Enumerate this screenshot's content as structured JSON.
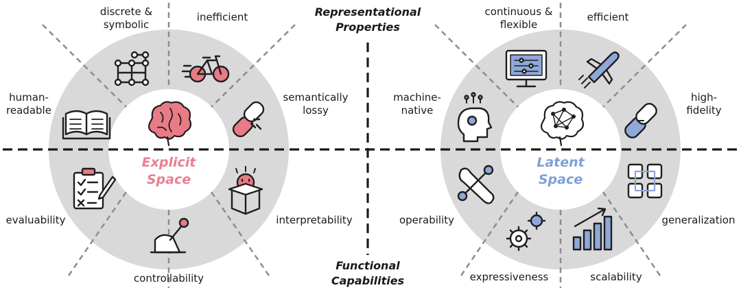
{
  "header_top": [
    "Representational",
    "Properties"
  ],
  "header_bottom": [
    "Functional",
    "Capabilities"
  ],
  "explicit": {
    "center": [
      "Explicit",
      "Space"
    ],
    "center_color": "#e8808f",
    "labels": {
      "discrete_symbolic": [
        "discrete &",
        "symbolic"
      ],
      "inefficient": [
        "inefficient"
      ],
      "human_readable": [
        "human-",
        "readable"
      ],
      "semantically_lossy": [
        "semantically",
        "lossy"
      ],
      "evaluability": [
        "evaluability"
      ],
      "interpretability": [
        "interpretability"
      ],
      "controllability": [
        "controllability"
      ]
    },
    "icons": [
      "graph-grid-icon",
      "bicycle-icon",
      "open-book-icon",
      "broken-chain-icon",
      "checklist-icon",
      "surprise-box-icon",
      "joystick-lever-icon",
      "brain-icon"
    ]
  },
  "latent": {
    "center": [
      "Latent",
      "Space"
    ],
    "center_color": "#7f9fd6",
    "labels": {
      "continuous_flexible": [
        "continuous &",
        "flexible"
      ],
      "efficient": [
        "efficient"
      ],
      "machine_native": [
        "machine-",
        "native"
      ],
      "high_fidelity": [
        "high-",
        "fidelity"
      ],
      "operability": [
        "operability"
      ],
      "generalization": [
        "generalization"
      ],
      "expressiveness": [
        "expressiveness"
      ],
      "scalability": [
        "scalability"
      ]
    },
    "icons": [
      "monitor-circuit-icon",
      "airplane-icon",
      "robot-head-icon",
      "chain-link-icon",
      "wrench-icon",
      "module-grid-icon",
      "gears-icon",
      "bar-growth-icon",
      "neural-network-icon"
    ]
  },
  "colors": {
    "ring": "#d9d9d9",
    "icon_red": "#e87b85",
    "icon_blue": "#8ea8d8",
    "divider": "#8c8c8c"
  }
}
